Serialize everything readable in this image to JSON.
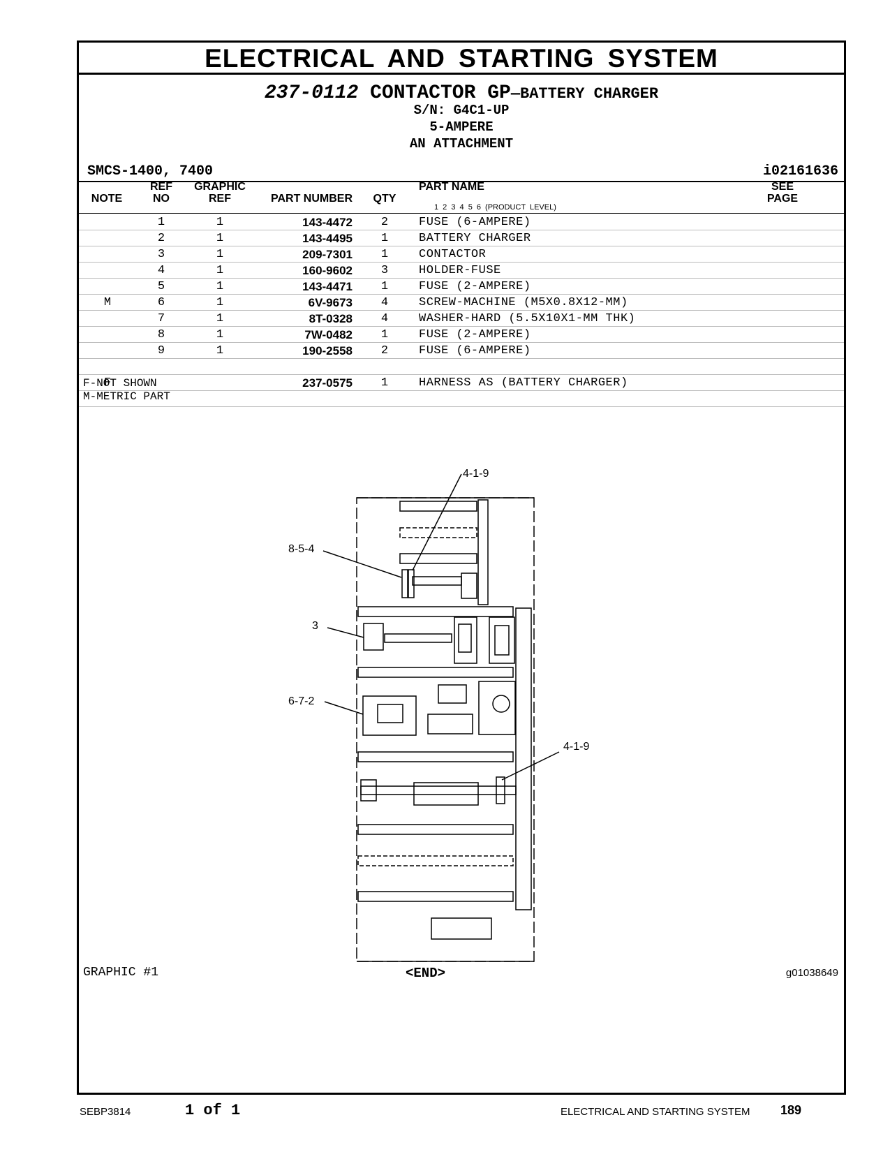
{
  "section_title": "ELECTRICAL AND STARTING SYSTEM",
  "group": {
    "part_number": "237-0112",
    "name": "CONTACTOR GP",
    "dash": "—",
    "subname": "BATTERY CHARGER",
    "serial": "S/N: G4C1-UP",
    "rating": "5-AMPERE",
    "type": "AN ATTACHMENT"
  },
  "smcs": "SMCS-1400, 7400",
  "illustration_id": "i02161636",
  "columns": {
    "note": "NOTE",
    "ref_no": [
      "REF",
      "NO"
    ],
    "graphic_ref": [
      "GRAPHIC",
      "REF"
    ],
    "part_number": "PART NUMBER",
    "qty": "QTY",
    "part_name": "PART NAME",
    "product_level": "1 2 3 4 5 6 (PRODUCT LEVEL)",
    "see_page": [
      "SEE",
      "PAGE"
    ]
  },
  "parts": [
    {
      "note": "",
      "ref": "1",
      "graphic": "1",
      "part_number": "143-4472",
      "qty": "2",
      "name": "FUSE (6-AMPERE)"
    },
    {
      "note": "",
      "ref": "2",
      "graphic": "1",
      "part_number": "143-4495",
      "qty": "1",
      "name": "BATTERY CHARGER"
    },
    {
      "note": "",
      "ref": "3",
      "graphic": "1",
      "part_number": "209-7301",
      "qty": "1",
      "name": "CONTACTOR"
    },
    {
      "note": "",
      "ref": "4",
      "graphic": "1",
      "part_number": "160-9602",
      "qty": "3",
      "name": "HOLDER-FUSE"
    },
    {
      "note": "",
      "ref": "5",
      "graphic": "1",
      "part_number": "143-4471",
      "qty": "1",
      "name": "FUSE (2-AMPERE)"
    },
    {
      "note": "M",
      "ref": "6",
      "graphic": "1",
      "part_number": "6V-9673",
      "qty": "4",
      "name": "SCREW-MACHINE (M5X0.8X12-MM)"
    },
    {
      "note": "",
      "ref": "7",
      "graphic": "1",
      "part_number": "8T-0328",
      "qty": "4",
      "name": "WASHER-HARD (5.5X10X1-MM THK)"
    },
    {
      "note": "",
      "ref": "8",
      "graphic": "1",
      "part_number": "7W-0482",
      "qty": "1",
      "name": "FUSE (2-AMPERE)"
    },
    {
      "note": "",
      "ref": "9",
      "graphic": "1",
      "part_number": "190-2558",
      "qty": "2",
      "name": "FUSE (6-AMPERE)"
    },
    {
      "note": "",
      "ref": "",
      "graphic": "",
      "part_number": "",
      "qty": "",
      "name": ""
    },
    {
      "note": "F",
      "ref": "",
      "graphic": "",
      "part_number": "237-0575",
      "qty": "1",
      "name": "HARNESS AS (BATTERY CHARGER)"
    }
  ],
  "notes": [
    "F-NOT SHOWN",
    "M-METRIC PART"
  ],
  "callouts": {
    "top": "4-1-9",
    "fuse_holder": "8-5-4",
    "contactor": "3",
    "charger": "6-7-2",
    "lower": "4-1-9"
  },
  "graphic_label": "GRAPHIC #1",
  "end_label": "<END>",
  "graphic_id": "g01038649",
  "footer": {
    "doc": "SEBP3814",
    "page_of": "1 of 1",
    "section": "ELECTRICAL AND STARTING SYSTEM",
    "page": "189"
  }
}
